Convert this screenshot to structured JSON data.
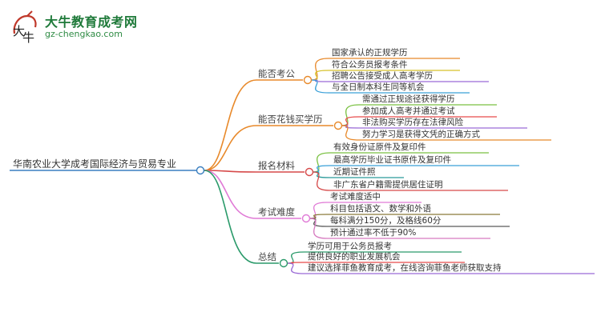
{
  "logo": {
    "title": "大牛教育成考网",
    "url": "gz-chengkao.com",
    "mark_char_1": "大",
    "mark_char_2": "牛"
  },
  "root": {
    "label": "华南农业大学成考国际经济与贸易专业"
  },
  "branches": [
    {
      "label": "能否考公",
      "color": "#e8892a",
      "leaves": [
        {
          "label": "国家承认的正规学历",
          "color": "#e8892a"
        },
        {
          "label": "符合公务员报考条件",
          "color": "#d6c22a"
        },
        {
          "label": "招聘公告接受成人高考学历",
          "color": "#9a6ad6"
        },
        {
          "label": "与全日制本科生同等机会",
          "color": "#3aa0d8"
        }
      ]
    },
    {
      "label": "能否花钱买学历",
      "color": "#e8892a",
      "leaves": [
        {
          "label": "需通过正规途径获得学历",
          "color": "#7ac142"
        },
        {
          "label": "参加成人高考并通过考试",
          "color": "#e84a4a"
        },
        {
          "label": "非法购买学历存在法律风险",
          "color": "#9a6ad6"
        },
        {
          "label": "努力学习是获得文凭的正确方式",
          "color": "#e8892a"
        }
      ]
    },
    {
      "label": "报名材料",
      "color": "#d64a4a",
      "leaves": [
        {
          "label": "有效身份证原件及复印件",
          "color": "#7ac142"
        },
        {
          "label": "最高学历毕业证书原件及复印件",
          "color": "#3aa0d8"
        },
        {
          "label": "近期证件照",
          "color": "#2a9a9a"
        },
        {
          "label": "非广东省户籍需提供居住证明",
          "color": "#d64a4a"
        }
      ]
    },
    {
      "label": "考试难度",
      "color": "#e07ad6",
      "leaves": [
        {
          "label": "考试难度适中",
          "color": "#e07ad6"
        },
        {
          "label": "科目包括语文、数学和外语",
          "color": "#8a7a3a"
        },
        {
          "label": "每科满分150分，及格线60分",
          "color": "#5a5a5a"
        },
        {
          "label": "预计通过率不低于90%",
          "color": "#d67ac0"
        }
      ]
    },
    {
      "label": "总结",
      "color": "#2a9a6a",
      "leaves": [
        {
          "label": "学历可用于公务员报考",
          "color": "#2a9a6a"
        },
        {
          "label": "提供良好的职业发展机会",
          "color": "#e84a4a"
        },
        {
          "label": "建议选择菲鱼教育成考，在线咨询菲鱼老师获取支持",
          "color": "#9a6ad6"
        }
      ]
    }
  ]
}
